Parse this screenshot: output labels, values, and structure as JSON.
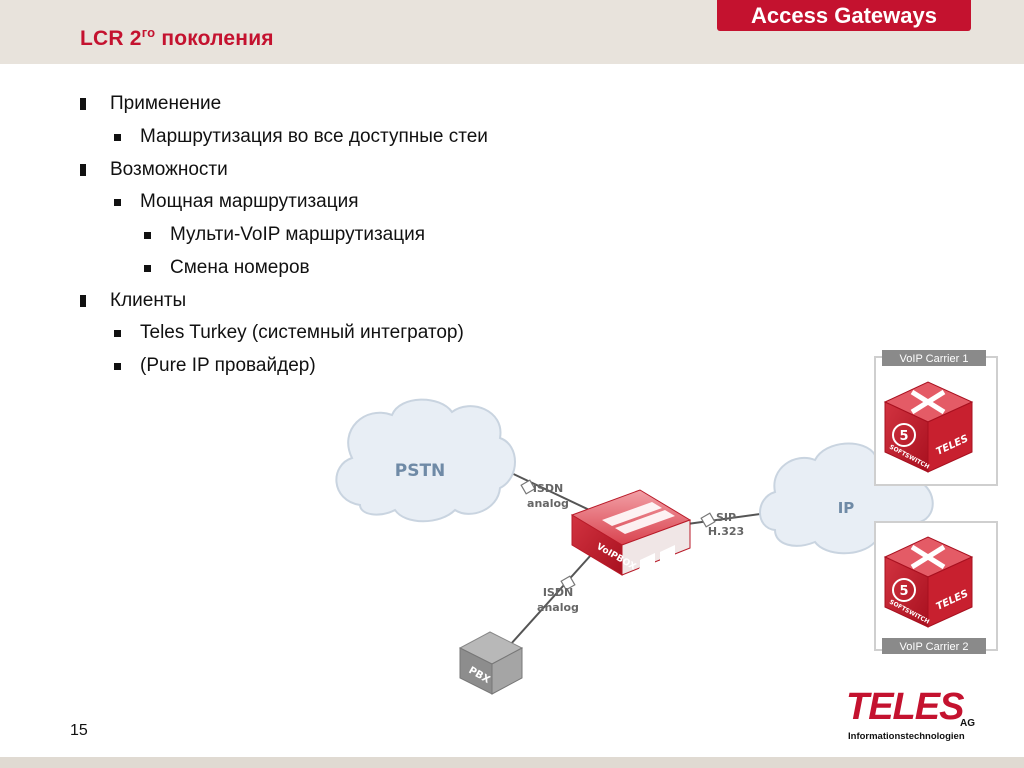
{
  "header": {
    "title_main": "LCR 2",
    "title_sup": "го",
    "title_rest": " поколения",
    "badge": "Access Gateways"
  },
  "bullets": [
    {
      "level": 1,
      "text": "Применение"
    },
    {
      "level": 2,
      "text": "Маршрутизация во все доступные стеи"
    },
    {
      "level": 1,
      "text": "Возможности"
    },
    {
      "level": 2,
      "text": "Мощная маршрутизация"
    },
    {
      "level": 3,
      "text": "Мульти-VoIP маршрутизация"
    },
    {
      "level": 3,
      "text": "Смена номеров"
    },
    {
      "level": 1,
      "text": "Клиенты"
    },
    {
      "level": 2,
      "text": "Teles Turkey (системный интегратор)"
    },
    {
      "level": 2,
      "text": "(Pure IP провайдер)"
    }
  ],
  "diagram": {
    "pstn_label": "PSTN",
    "ip_label": "IP",
    "link_pstn": [
      "ISDN",
      "analog"
    ],
    "link_ip": [
      "SIP",
      "H.323"
    ],
    "link_pbx": [
      "ISDN",
      "analog"
    ],
    "voipbox_label": "VoIPBOX BRI",
    "pbx_label": "PBX",
    "carrier1": "VoIP Carrier 1",
    "carrier2": "VoIP Carrier 2",
    "softswitch_label": "SOFTSWITCH",
    "softswitch_brand": "TELES",
    "softswitch_digit": "5"
  },
  "footer": {
    "page_number": "15",
    "logo_word": "TELES",
    "logo_ag": "AG",
    "logo_sub": "Informationstechnologien"
  },
  "colors": {
    "accent": "#c4122f",
    "header_bg": "#e8e3dc",
    "cloud": "#e8eef5",
    "cloud_text": "#6f8aa6"
  }
}
